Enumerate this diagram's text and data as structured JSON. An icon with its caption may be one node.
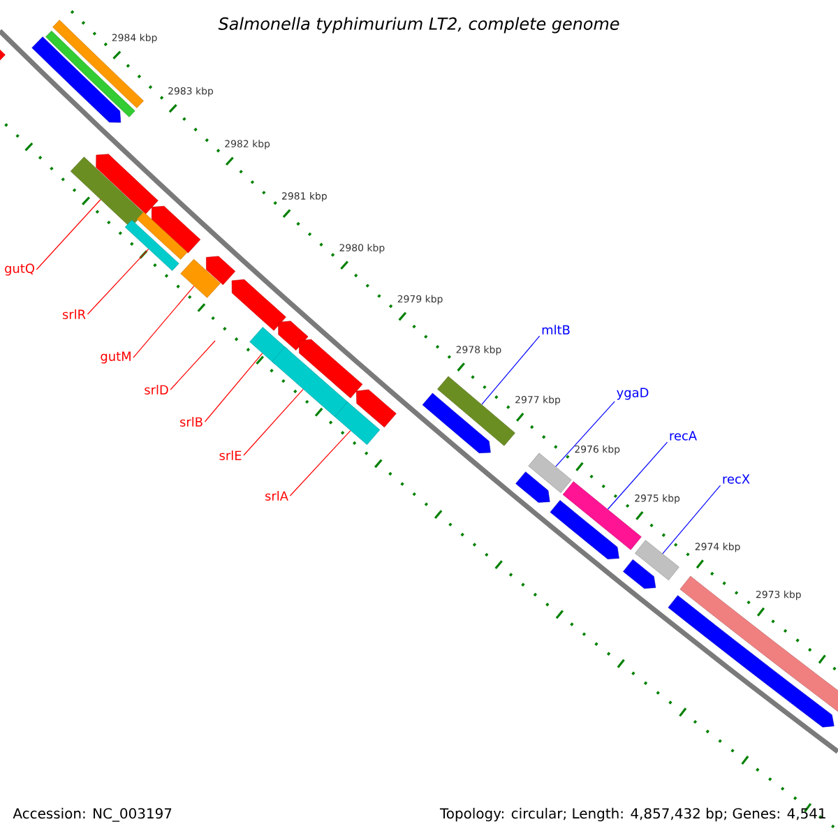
{
  "diagram": {
    "title": "Salmonella typhimurium LT2, complete genome",
    "nodes": [
      {
        "text": [
          "gutQ"
        ]
      },
      {
        "text": [
          "srlR"
        ]
      },
      {
        "text": [
          "gutM"
        ]
      },
      {
        "text": [
          "srlD"
        ]
      },
      {
        "text": [
          "srlB"
        ]
      },
      {
        "text": [
          "srlE"
        ]
      },
      {
        "text": [
          "srlA"
        ]
      },
      {
        "text": [
          "mltB"
        ]
      },
      {
        "text": [
          "ygaD"
        ]
      },
      {
        "text": [
          "recA"
        ]
      },
      {
        "text": [
          "recX"
        ]
      },
      {
        "text": [],
        "shape": "bar"
      },
      {
        "text": [],
        "shape": "bar"
      },
      {
        "text": [],
        "shape": "bar"
      },
      {
        "text": [],
        "shape": "bar"
      },
      {
        "text": [],
        "shape": "bar"
      },
      {
        "text": [],
        "shape": "bar"
      },
      {
        "text": [],
        "shape": "bar"
      },
      {
        "text": [],
        "shape": "bar"
      },
      {
        "text": [],
        "shape": "bar"
      },
      {
        "text": [],
        "shape": "bar"
      }
    ],
    "edges": [
      {
        "from": 0,
        "to": 11,
        "arrow": "none"
      },
      {
        "from": 1,
        "to": 12,
        "arrow": "none"
      },
      {
        "from": 2,
        "to": 13,
        "arrow": "none"
      },
      {
        "from": 3,
        "to": null,
        "arrow": "none"
      },
      {
        "from": 4,
        "to": 14,
        "arrow": "none"
      },
      {
        "from": 5,
        "to": 15,
        "arrow": "none"
      },
      {
        "from": 6,
        "to": 16,
        "arrow": "none"
      },
      {
        "from": 7,
        "to": 17,
        "arrow": "none",
        "color": "#0000ff"
      },
      {
        "from": 8,
        "to": 18,
        "arrow": "none",
        "color": "#0000ff"
      },
      {
        "from": 9,
        "to": 19,
        "arrow": "none",
        "color": "#0000ff"
      },
      {
        "from": 10,
        "to": 20,
        "arrow": "none",
        "color": "#0000ff"
      }
    ],
    "labels": [
      "2984 kbp",
      "2983 kbp",
      "2982 kbp",
      "2981 kbp",
      "2980 kbp",
      "2979 kbp",
      "2978 kbp",
      "2977 kbp",
      "2976 kbp",
      "2975 kbp",
      "2974 kbp",
      "2973 kbp",
      "Accession: NC_003197",
      "Topology: circular; Length: 4,857,432 bp; Genes: 4,541"
    ]
  }
}
